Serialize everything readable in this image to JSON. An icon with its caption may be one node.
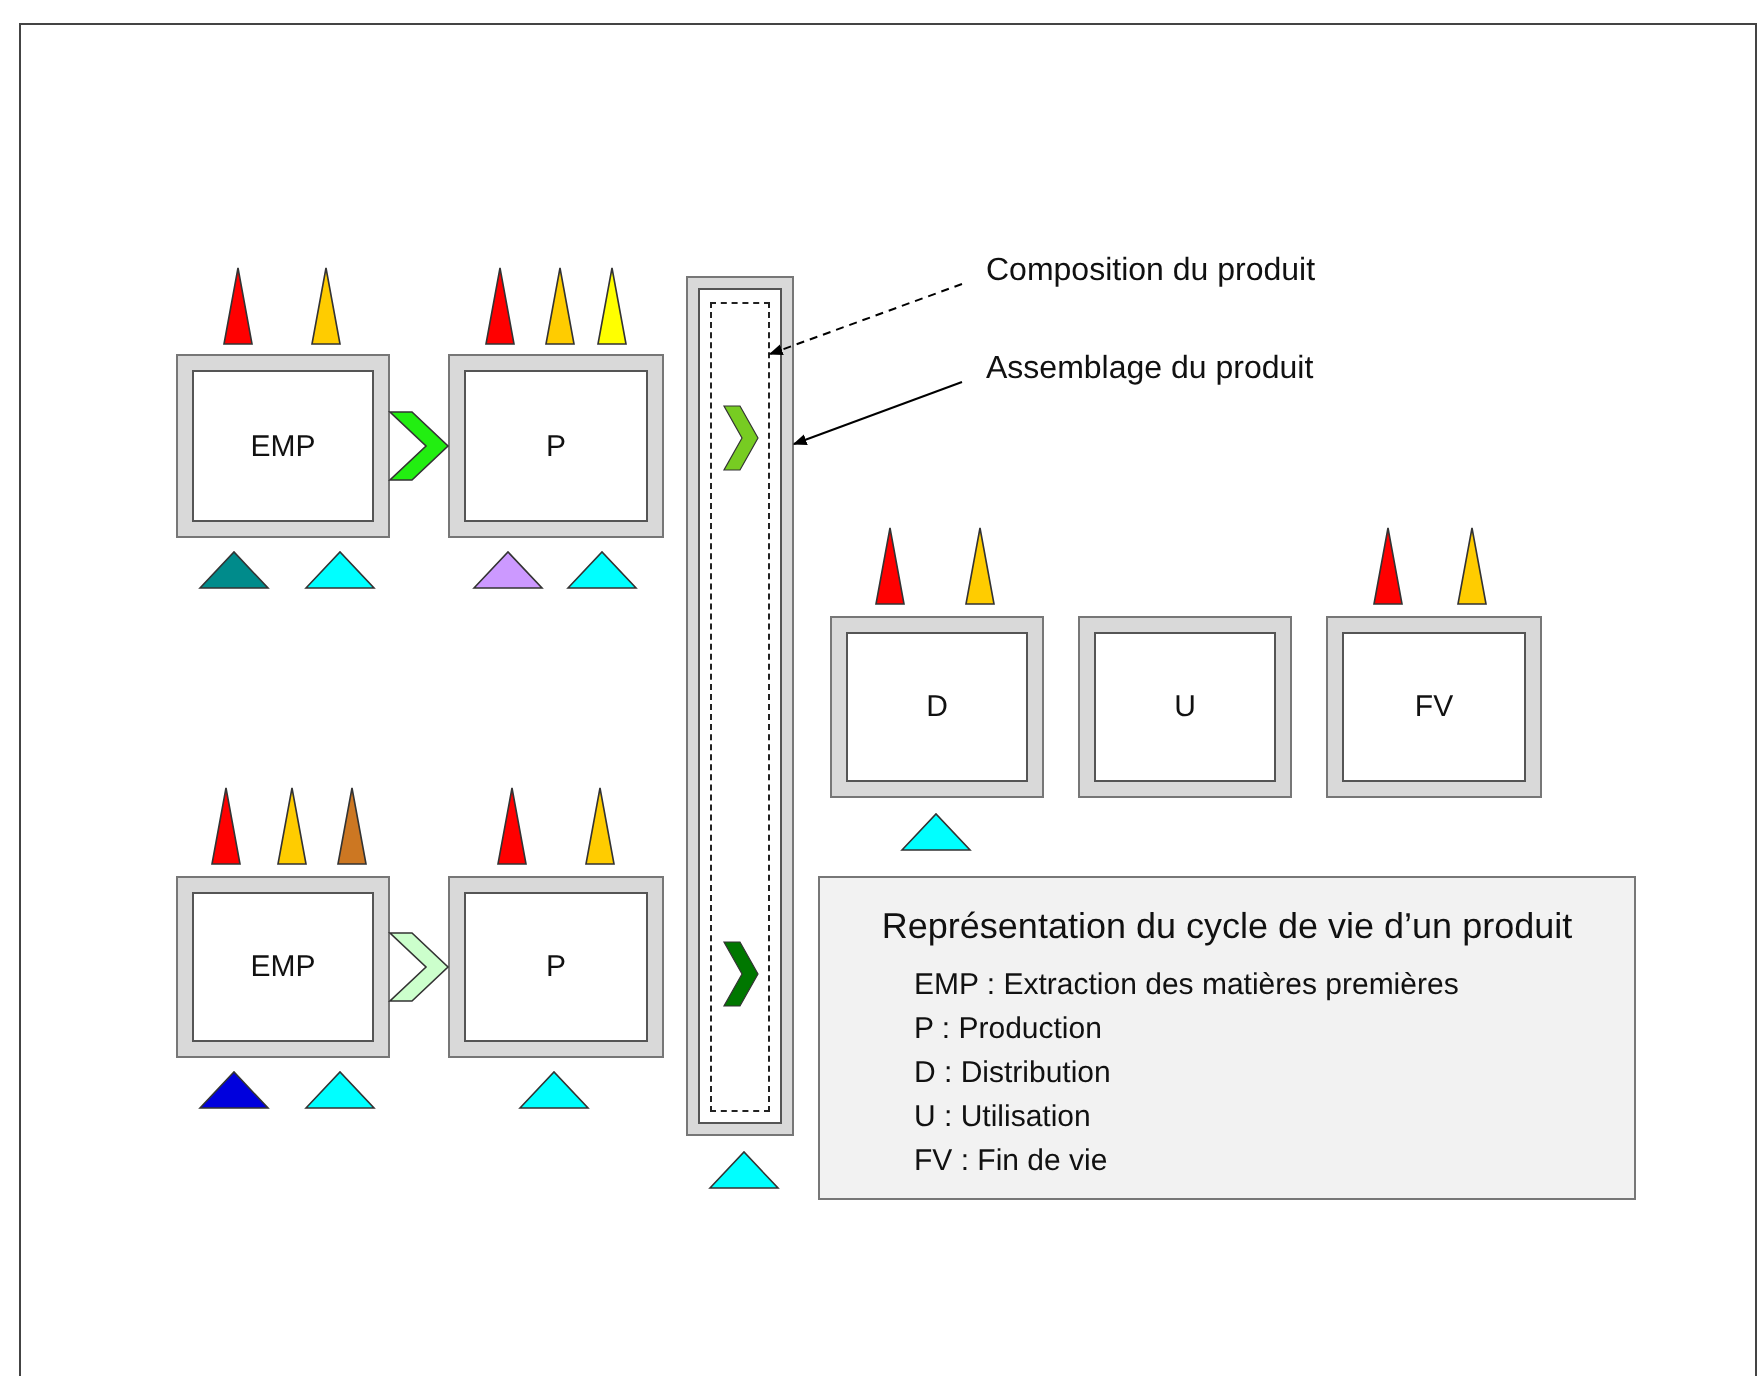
{
  "diagram": {
    "nodes": [
      {
        "text": [
          "EMP"
        ]
      },
      {
        "text": [
          "P"
        ]
      },
      {
        "text": [],
        "shape": "box"
      },
      {
        "text": [],
        "shape": "box",
        "in": 2
      },
      {
        "text": [
          "Composition du produit"
        ]
      },
      {
        "text": [
          "Assemblage du produit"
        ]
      },
      {
        "text": [
          "D"
        ]
      },
      {
        "text": [
          "U"
        ]
      },
      {
        "text": [
          "FV"
        ]
      },
      {
        "text": [
          "EMP"
        ]
      },
      {
        "text": [
          "P"
        ]
      },
      {
        "text": [
          "Représentation du cycle de vie d’un produit",
          "EMP : Extraction des matières premières",
          "P : Production",
          "D : Distribution",
          "U : Utilisation",
          "FV : Fin de vie"
        ]
      }
    ],
    "edges": [
      {
        "from": 0,
        "to": 1,
        "arrow": "to",
        "color": "#22ee11"
      },
      {
        "from": 4,
        "to": 3,
        "arrow": "to",
        "style": "dashed"
      },
      {
        "from": 5,
        "to": 2,
        "arrow": "to"
      },
      {
        "from": 9,
        "to": 10,
        "arrow": "to",
        "color": "#ccffcc"
      }
    ]
  }
}
